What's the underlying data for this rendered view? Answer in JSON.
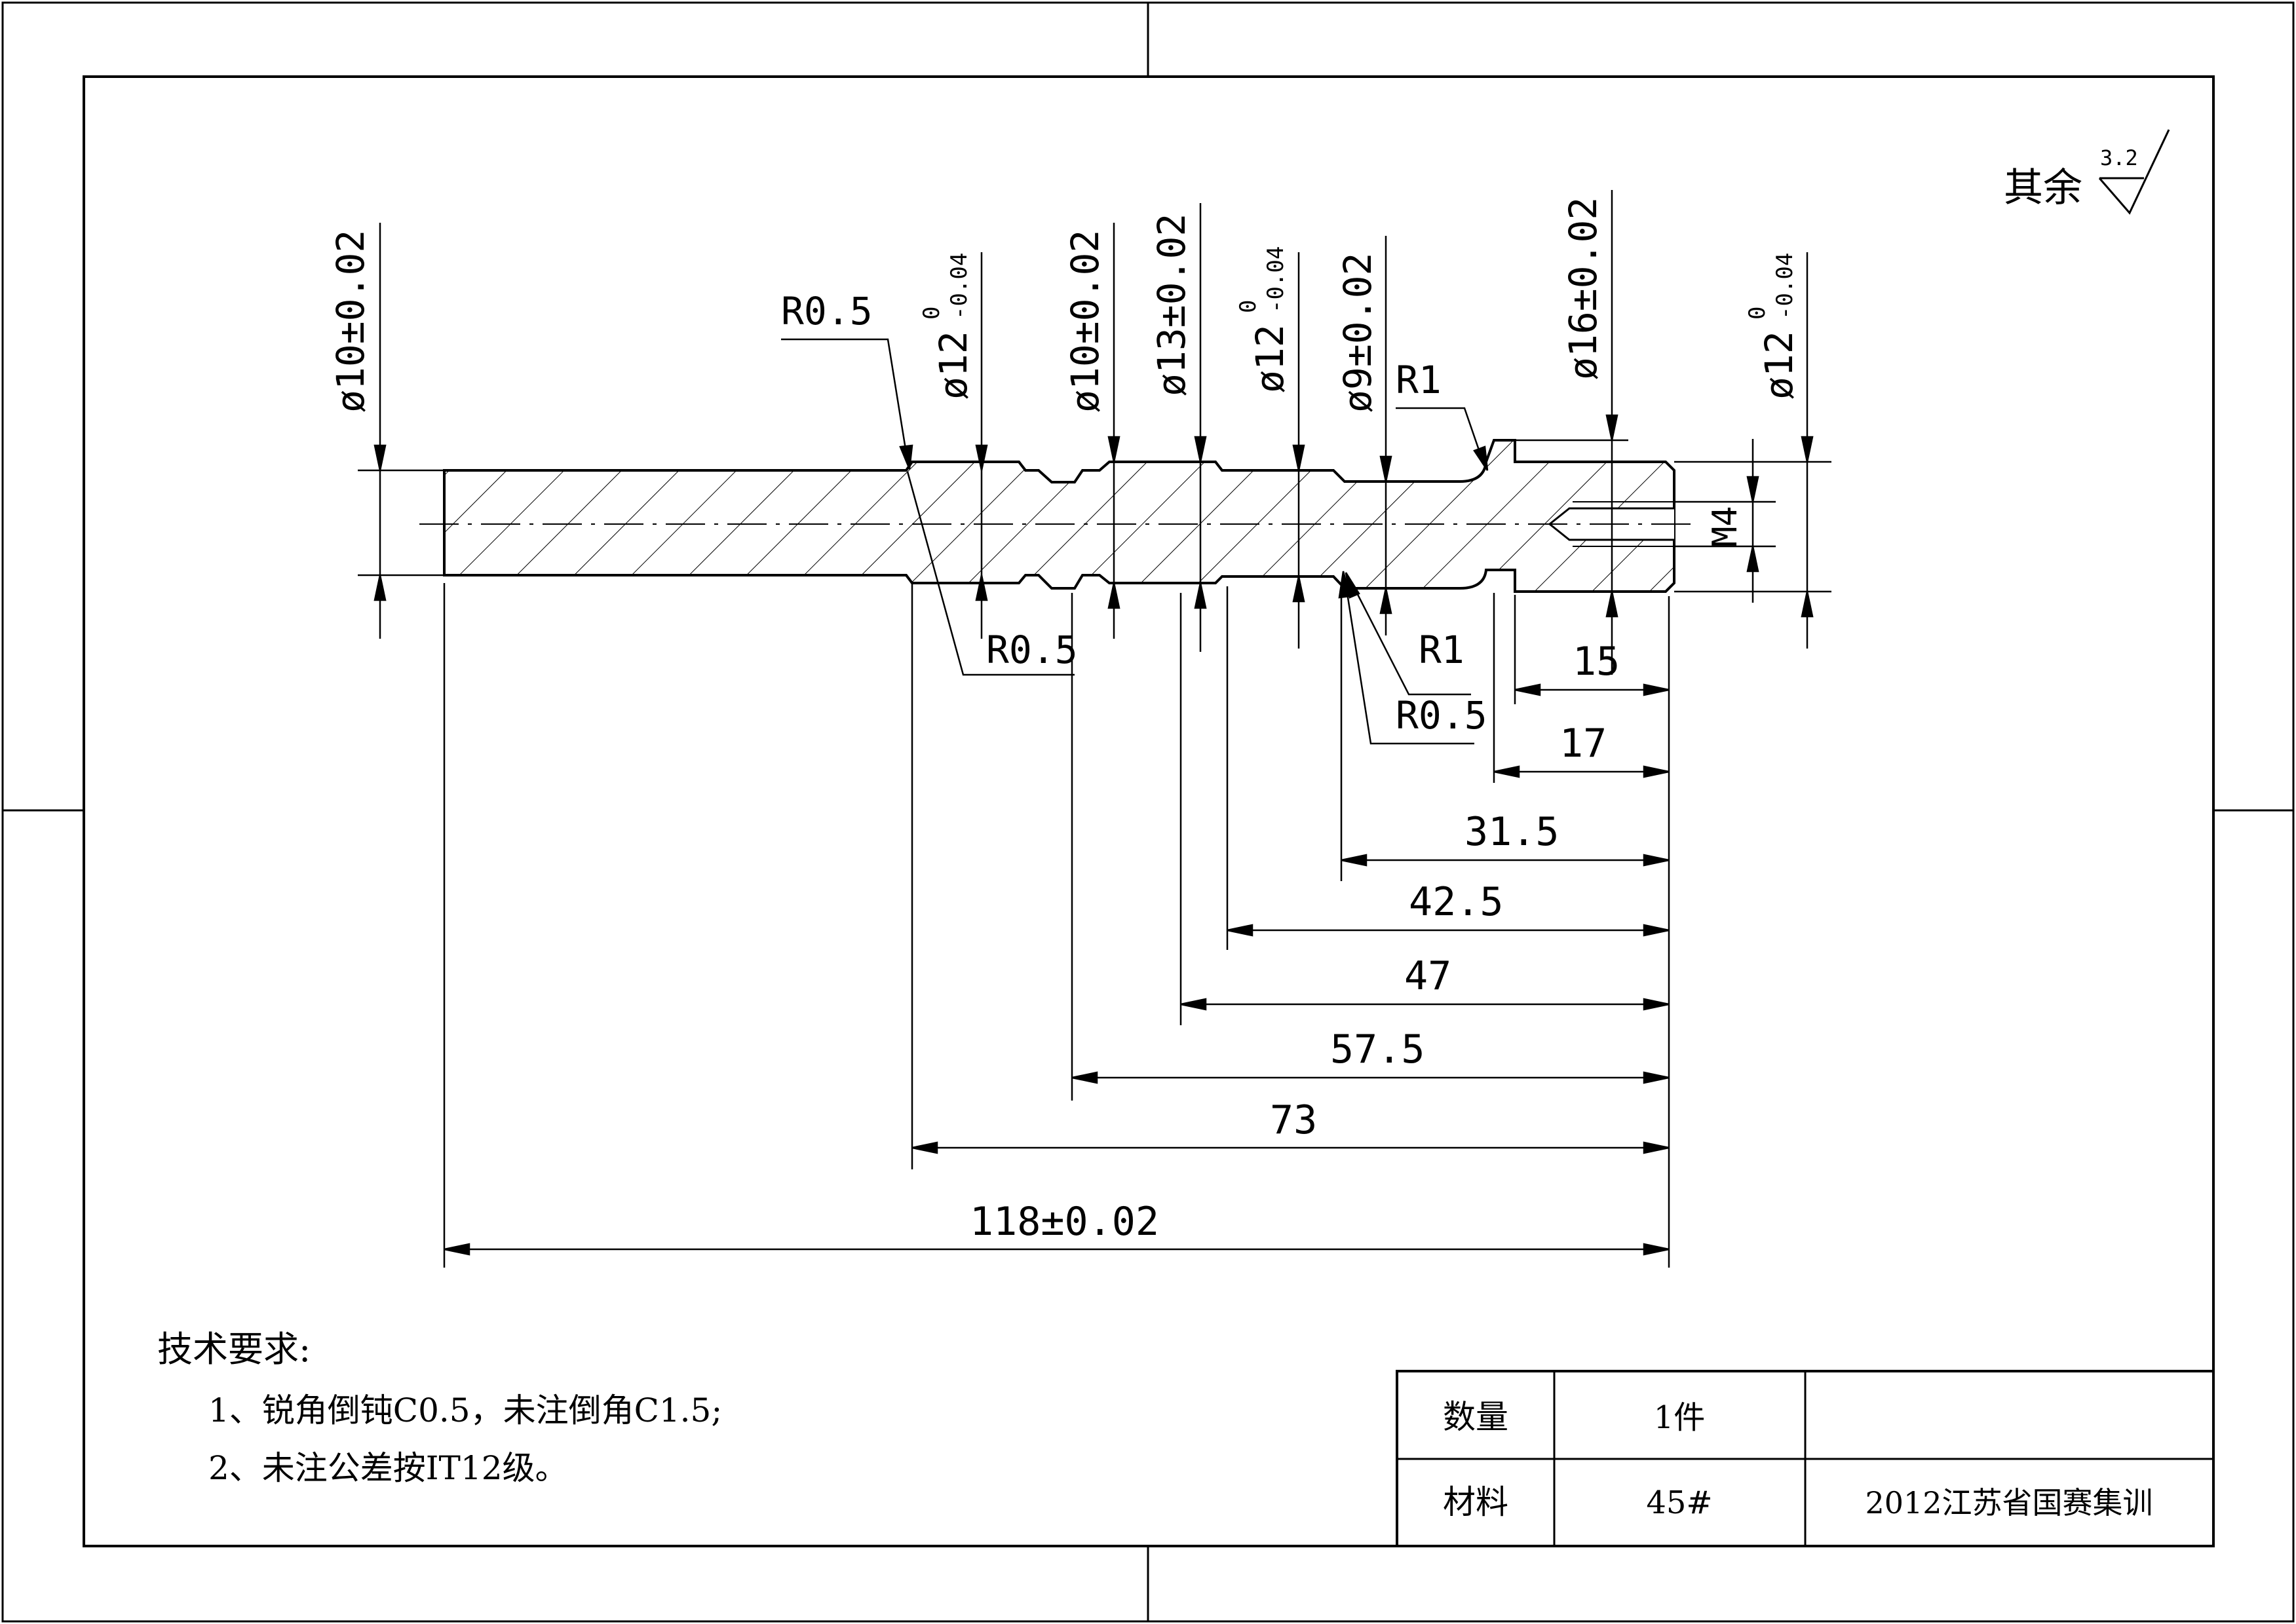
{
  "surface_note": {
    "label": "其余",
    "roughness": "3.2"
  },
  "dims_dia": {
    "d1": "ø10±0.02",
    "d2_main": "ø12",
    "d2_upper": "0",
    "d2_lower": "-0.04",
    "d3": "ø10±0.02",
    "d4": "ø13±0.02",
    "d5_main": "ø12",
    "d5_upper": "0",
    "d5_lower": "-0.04",
    "d6": "ø9±0.02",
    "d7": "ø16±0.02",
    "d8_main": "ø12",
    "d8_upper": "0",
    "d8_lower": "-0.04"
  },
  "radii": {
    "r_top_left": "R0.5",
    "r_bottom_left": "R0.5",
    "r_top_right": "R1",
    "r_bottom_right": "R1",
    "r_bottom_right2": "R0.5"
  },
  "thread": "M4",
  "dims_len": [
    "15",
    "17",
    "31.5",
    "42.5",
    "47",
    "57.5",
    "73",
    "118±0.02"
  ],
  "tech": {
    "title": "技术要求:",
    "items": [
      "1、锐角倒钝C0.5，未注倒角C1.5;",
      "2、未注公差按IT12级。"
    ]
  },
  "title_block": {
    "qty_label": "数量",
    "qty_value": "1件",
    "mat_label": "材料",
    "mat_value": "45#",
    "project": "2012江苏省国赛集训"
  }
}
